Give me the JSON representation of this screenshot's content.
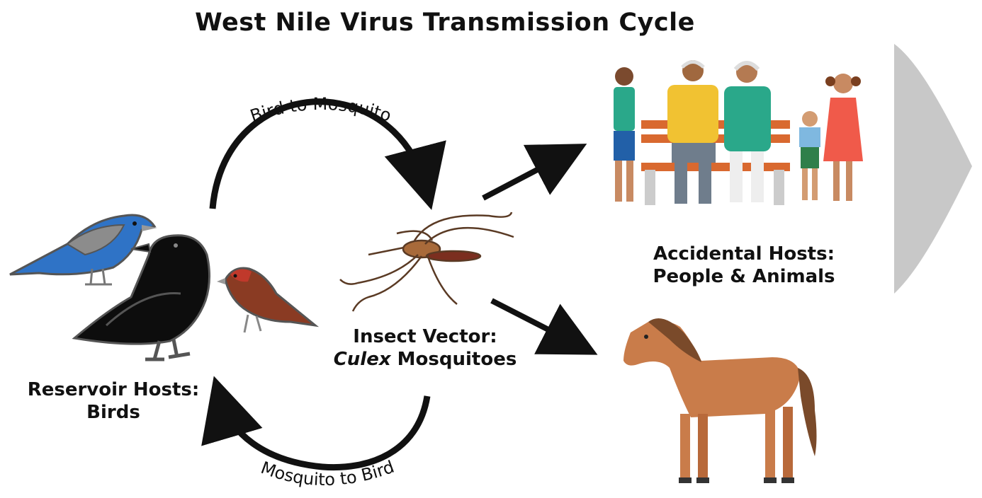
{
  "title": "West Nile Virus Transmission Cycle",
  "arrows": {
    "bird_to_mosquito": "Bird to Mosquito",
    "mosquito_to_bird": "Mosquito to Bird"
  },
  "reservoir": {
    "line1": "Reservoir Hosts:",
    "line2": "Birds"
  },
  "vector": {
    "line1": "Insect Vector:",
    "line2_italic": "Culex",
    "line2_rest": " Mosquitoes"
  },
  "accidental": {
    "line1": "Accidental Hosts:",
    "line2": "People & Animals"
  },
  "colors": {
    "arrow": "#111111",
    "bluebird": "#2f73c6",
    "crow": "#0d0d0d",
    "finch": "#8a3b23",
    "horse": "#c97c4a",
    "bench": "#d9692f",
    "chevron": "#c8c8c8"
  }
}
